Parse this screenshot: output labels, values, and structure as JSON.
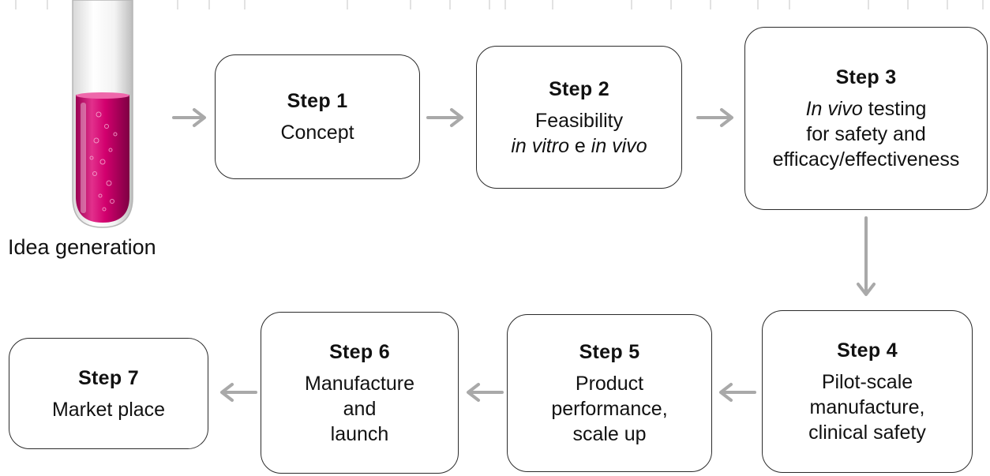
{
  "idea": {
    "caption": "Idea generation"
  },
  "colors": {
    "liquid": "#d2006e",
    "arrow": "#a9a9a9",
    "border": "#2b2b2b"
  },
  "steps": [
    {
      "title": "Step 1",
      "line1": "Concept"
    },
    {
      "title": "Step 2",
      "line1": "Feasibility",
      "line2a": "in vitro",
      "line2b": " e ",
      "line2c": "in vivo"
    },
    {
      "title": "Step 3",
      "line1a": "In vivo",
      "line1b": " testing",
      "line2": "for safety and",
      "line3": "efficacy/effectiveness"
    },
    {
      "title": "Step 4",
      "line1": "Pilot-scale",
      "line2": "manufacture,",
      "line3": "clinical safety"
    },
    {
      "title": "Step 5",
      "line1": "Product",
      "line2": "performance,",
      "line3": "scale up"
    },
    {
      "title": "Step 6",
      "line1": "Manufacture",
      "line2": "and",
      "line3": "launch"
    },
    {
      "title": "Step 7",
      "line1": "Market place"
    }
  ]
}
